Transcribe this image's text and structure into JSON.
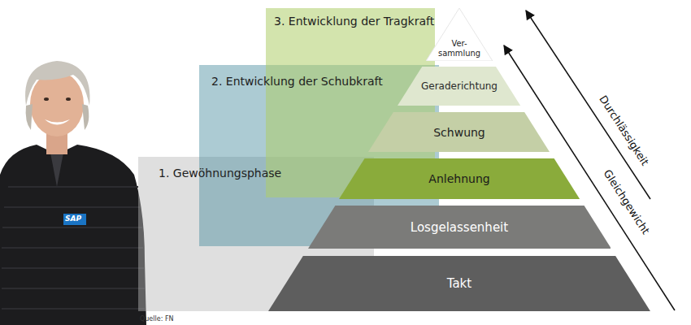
{
  "diagram": {
    "nodes": [
      {
        "text": [
          "3. Entwicklung der Tragkraft"
        ]
      },
      {
        "text": [
          "Ver- sammlung"
        ]
      },
      {
        "text": [
          "2. Entwicklung der Schubkraft"
        ]
      },
      {
        "text": [
          "Geraderichtung"
        ]
      },
      {
        "text": [
          "Schwung"
        ]
      },
      {
        "text": [
          "1. Gewöhnungsphase"
        ]
      },
      {
        "text": [
          "Anlehnung"
        ]
      },
      {
        "text": [
          "Losgelassenheit"
        ]
      },
      {
        "text": [
          "Takt"
        ]
      }
    ],
    "labels": [
      "Durchlässigkeit",
      "Gleichgewicht",
      "Quelle: FN",
      "SAP"
    ]
  }
}
